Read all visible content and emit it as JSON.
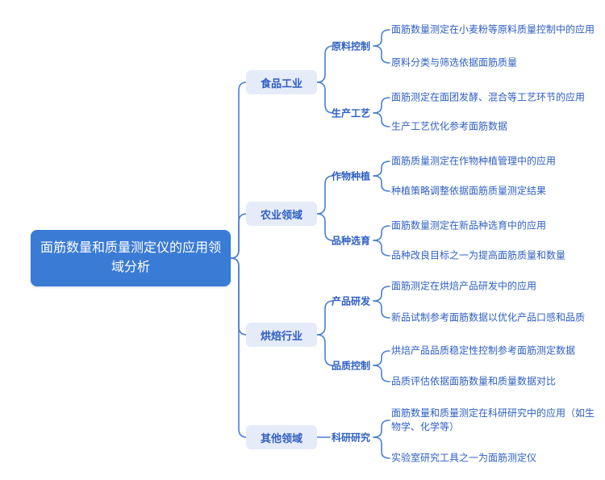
{
  "root": {
    "title": "面筋数量和质量测定仪的应用领域分析"
  },
  "colors": {
    "root_bg": "#3a7bd5",
    "branch_bg": "#e6ebfa",
    "text_blue": "#2e5fc3",
    "line": "#4b7fd2"
  },
  "branches": [
    {
      "label": "食品工业",
      "children": [
        {
          "label": "原料控制",
          "leaves": [
            "面筋数量测定在小麦粉等原料质量控制中的应用",
            "原料分类与筛选依据面筋质量"
          ]
        },
        {
          "label": "生产工艺",
          "leaves": [
            "面筋测定在面团发酵、混合等工艺环节的应用",
            "生产工艺优化参考面筋数据"
          ]
        }
      ]
    },
    {
      "label": "农业领域",
      "children": [
        {
          "label": "作物种植",
          "leaves": [
            "面筋质量测定在作物种植管理中的应用",
            "种植策略调整依据面筋质量测定结果"
          ]
        },
        {
          "label": "品种选育",
          "leaves": [
            "面筋数量测定在新品种选育中的应用",
            "品种改良目标之一为提高面筋质量和数量"
          ]
        }
      ]
    },
    {
      "label": "烘焙行业",
      "children": [
        {
          "label": "产品研发",
          "leaves": [
            "面筋测定在烘焙产品研发中的应用",
            "新品试制参考面筋数据以优化产品口感和品质"
          ]
        },
        {
          "label": "品质控制",
          "leaves": [
            "烘焙产品品质稳定性控制参考面筋测定数据",
            "品质评估依据面筋数量和质量数据对比"
          ]
        }
      ]
    },
    {
      "label": "其他领域",
      "children": [
        {
          "label": "科研研究",
          "leaves": [
            "面筋数量和质量测定在科研研究中的应用（如生物学、化学等）",
            "实验室研究工具之一为面筋测定仪"
          ]
        }
      ]
    }
  ]
}
